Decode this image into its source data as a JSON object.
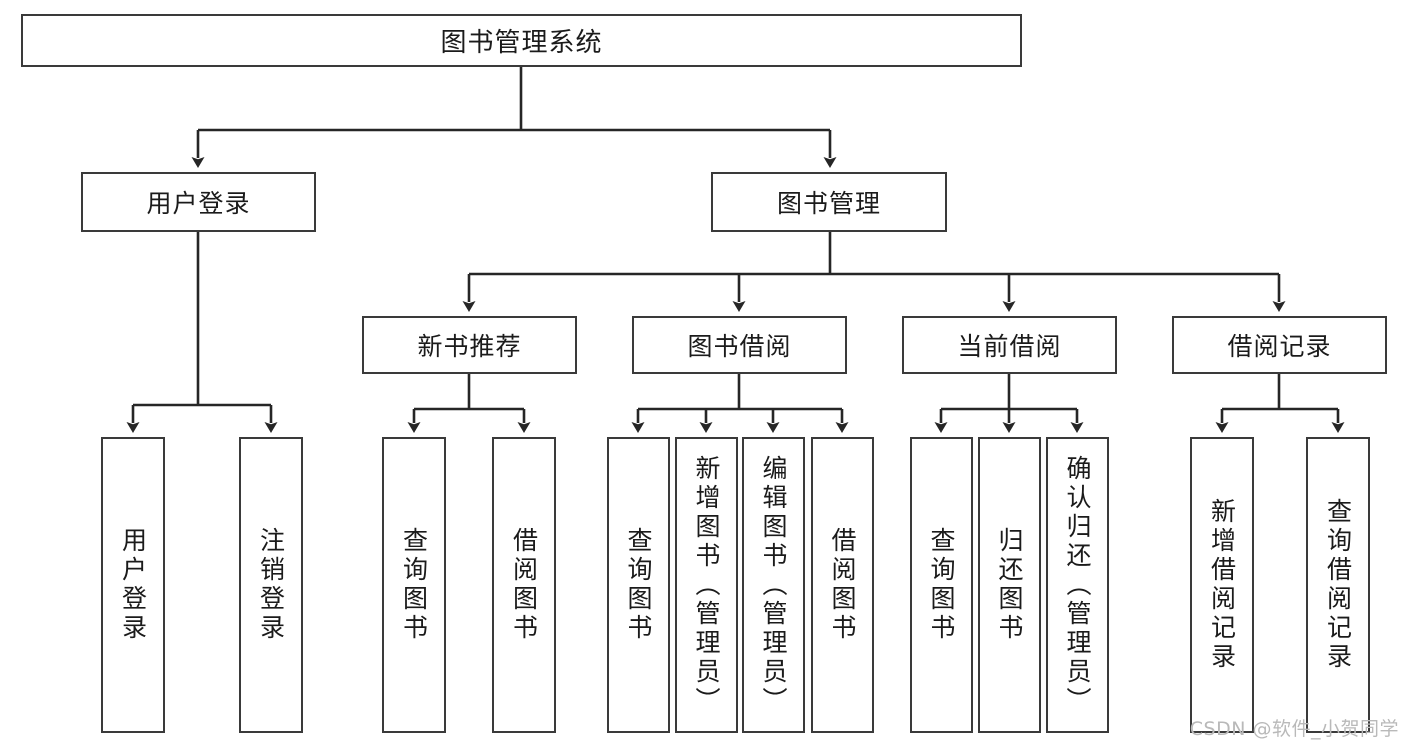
{
  "diagram": {
    "type": "tree-hierarchy",
    "title": "图书管理系统",
    "root": {
      "label": "图书管理系统"
    },
    "level2": [
      {
        "id": "user-login",
        "label": "用户登录"
      },
      {
        "id": "book-management",
        "label": "图书管理"
      }
    ],
    "level3": [
      {
        "id": "new-book-recommend",
        "label": "新书推荐",
        "parent": "book-management"
      },
      {
        "id": "book-borrow",
        "label": "图书借阅",
        "parent": "book-management"
      },
      {
        "id": "current-borrow",
        "label": "当前借阅",
        "parent": "book-management"
      },
      {
        "id": "borrow-record",
        "label": "借阅记录",
        "parent": "book-management"
      }
    ],
    "leaves": {
      "user-login": [
        {
          "id": "leaf-user-login",
          "label": "用户登录"
        },
        {
          "id": "leaf-logout",
          "label": "注销登录"
        }
      ],
      "new-book-recommend": [
        {
          "id": "leaf-query-book-1",
          "label": "查询图书"
        },
        {
          "id": "leaf-borrow-book-1",
          "label": "借阅图书"
        }
      ],
      "book-borrow": [
        {
          "id": "leaf-query-book-2",
          "label": "查询图书"
        },
        {
          "id": "leaf-add-book",
          "label": "新增图书（管理员）"
        },
        {
          "id": "leaf-edit-book",
          "label": "编辑图书（管理员）"
        },
        {
          "id": "leaf-borrow-book-2",
          "label": "借阅图书"
        }
      ],
      "current-borrow": [
        {
          "id": "leaf-query-book-3",
          "label": "查询图书"
        },
        {
          "id": "leaf-return-book",
          "label": "归还图书"
        },
        {
          "id": "leaf-confirm-return",
          "label": "确认归还（管理员）"
        }
      ],
      "borrow-record": [
        {
          "id": "leaf-add-record",
          "label": "新增借阅记录"
        },
        {
          "id": "leaf-query-record",
          "label": "查询借阅记录"
        }
      ]
    },
    "colors": {
      "border": "#3a3a3a",
      "text": "#1b1b1b",
      "background": "#ffffff",
      "connector": "#262626",
      "watermark": "#b9b9b9"
    }
  },
  "watermark": {
    "text": "CSDN @软件_小贺同学"
  }
}
